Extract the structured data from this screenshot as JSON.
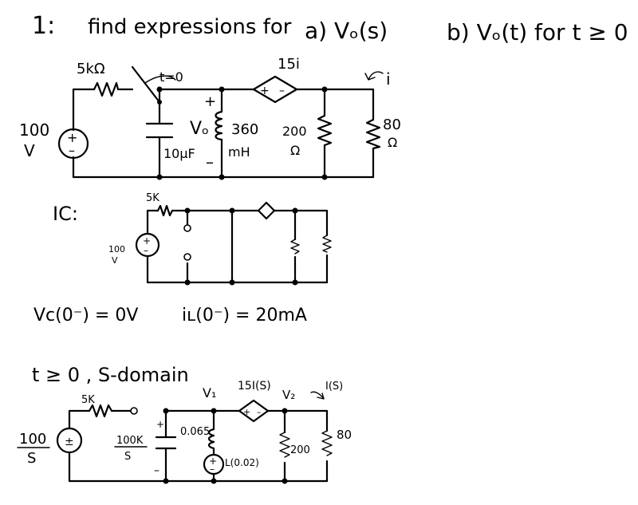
{
  "problem": {
    "number": "1:",
    "statement": "find expressions for",
    "part_a": "a) Vₒ(s)",
    "part_b": "b) Vₒ(t) for t ≥ 0"
  },
  "circuit1": {
    "source_value": "100",
    "source_unit": "V",
    "resistor": "5kΩ",
    "switch_label": "t=0",
    "capacitor": "10μF",
    "vo_label": "Vₒ",
    "plus_sign": "+",
    "minus_sign": "–",
    "inductor_value": "360",
    "inductor_unit": "mH",
    "dep_source": "15i",
    "r200_value": "200",
    "r200_unit": "Ω",
    "r80_value": "80",
    "r80_unit": "Ω",
    "current_label": "i"
  },
  "ic_section": {
    "heading": "IC:",
    "resistor": "5K",
    "source_value": "100",
    "source_unit": "V",
    "vc_condition": "Vc(0⁻) = 0V",
    "il_condition": "iʟ(0⁻) = 20mA"
  },
  "s_domain": {
    "heading": "t ≥ 0 , S-domain",
    "source_num": "100",
    "source_den": "S",
    "resistor": "5K",
    "cap_num": "100K",
    "cap_den": "S",
    "plus_sign": "+",
    "minus_sign": "–",
    "inductor": "0.065",
    "init_source": "L(0.02)",
    "node_v1": "V₁",
    "node_v2": "V₂",
    "dep_source": "15I(S)",
    "current_label": "I(S)",
    "r200": "200",
    "r80": "80"
  }
}
